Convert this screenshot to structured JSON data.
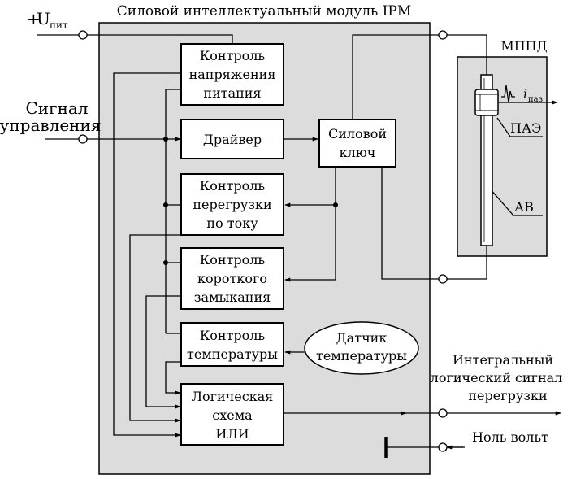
{
  "module": {
    "title": "Силовой интеллектуальный модуль  IPM"
  },
  "supply": {
    "plus": "+",
    "symbol": "U",
    "subscript": "пит"
  },
  "control_signal": {
    "line1": "Сигнал",
    "line2": "управления"
  },
  "blocks": {
    "voltage_control": [
      "Контроль",
      "напряжения",
      "питания"
    ],
    "driver": [
      "Драйвер"
    ],
    "power_switch": [
      "Силовой",
      "ключ"
    ],
    "overload_control": [
      "Контроль",
      "перегрузки",
      "по току"
    ],
    "short_circuit_control": [
      "Контроль",
      "короткого",
      "замыкания"
    ],
    "temperature_control": [
      "Контроль",
      "температуры"
    ],
    "temperature_sensor": [
      "Датчик",
      "температуры"
    ],
    "logic_or": [
      "Логическая",
      "схема",
      "ИЛИ"
    ]
  },
  "mppd": {
    "title": "МППД",
    "pae": "ПАЭ",
    "av": "АВ",
    "current_symbol": "i",
    "current_subscript": "паз"
  },
  "outputs": {
    "overload_signal": [
      "Интегральный",
      "логический сигнал",
      "перегрузки"
    ],
    "zero_volt": "Ноль вольт"
  },
  "colors": {
    "module_fill": "#dcdcdc",
    "line": "#000000",
    "block_fill": "#ffffff"
  }
}
